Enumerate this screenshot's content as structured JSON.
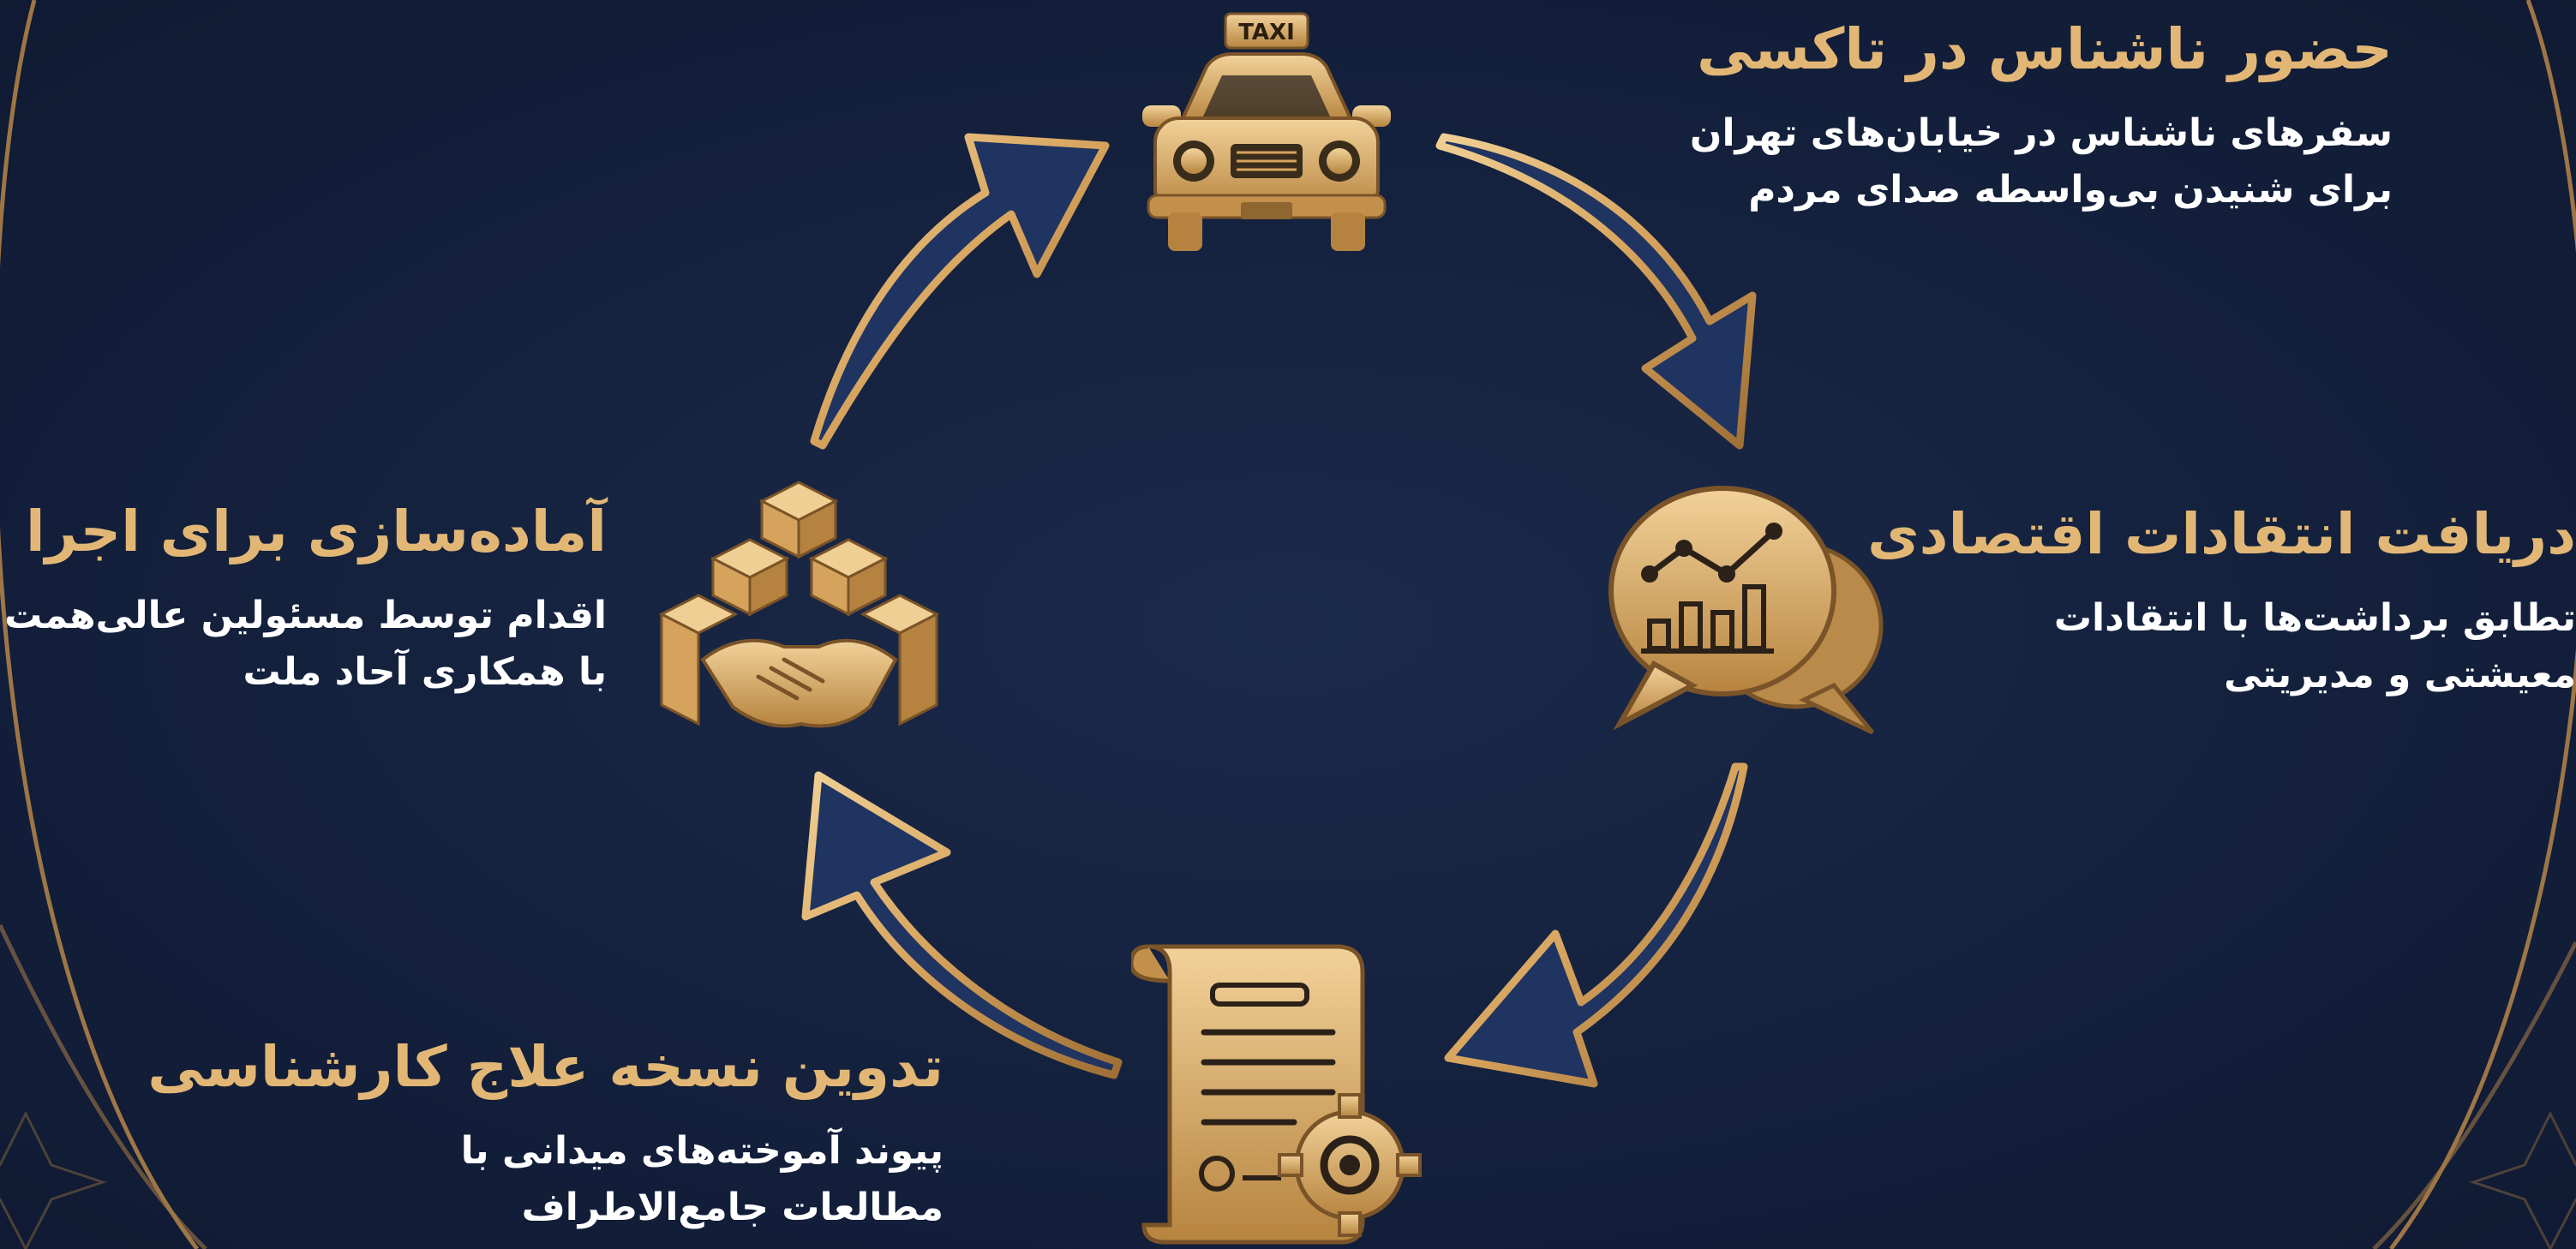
{
  "colors": {
    "background": "#14213d",
    "gold": "#e2b776",
    "gold_dark": "#a87a3e",
    "arrow_fill": "#1f3461",
    "text": "#ffffff"
  },
  "steps": [
    {
      "id": "taxi",
      "icon": "taxi-icon",
      "icon_label": "TAXI",
      "title": "حضور ناشناس در تاکسی",
      "lines": [
        "سفرهای ناشناس در خیابان‌های تهران",
        "برای شنیدن بی‌واسطه صدای مردم"
      ]
    },
    {
      "id": "econ",
      "icon": "chat-chart-icon",
      "title": "دریافت انتقادات اقتصادی",
      "lines": [
        "تطابق برداشت‌ها با انتقادات",
        "معیشتی و مدیریتی"
      ]
    },
    {
      "id": "recipe",
      "icon": "scroll-gear-icon",
      "title": "تدوین نسخه علاج کارشناسی",
      "lines": [
        "پیوند آموخته‌های میدانی با",
        "مطالعات جامع‌الاطراف"
      ]
    },
    {
      "id": "prep",
      "icon": "handshake-boxes-icon",
      "title": "آماده‌سازی برای اجرا",
      "lines": [
        "اقدام توسط مسئولین عالی‌همت",
        "با همکاری آحاد ملت"
      ]
    }
  ]
}
